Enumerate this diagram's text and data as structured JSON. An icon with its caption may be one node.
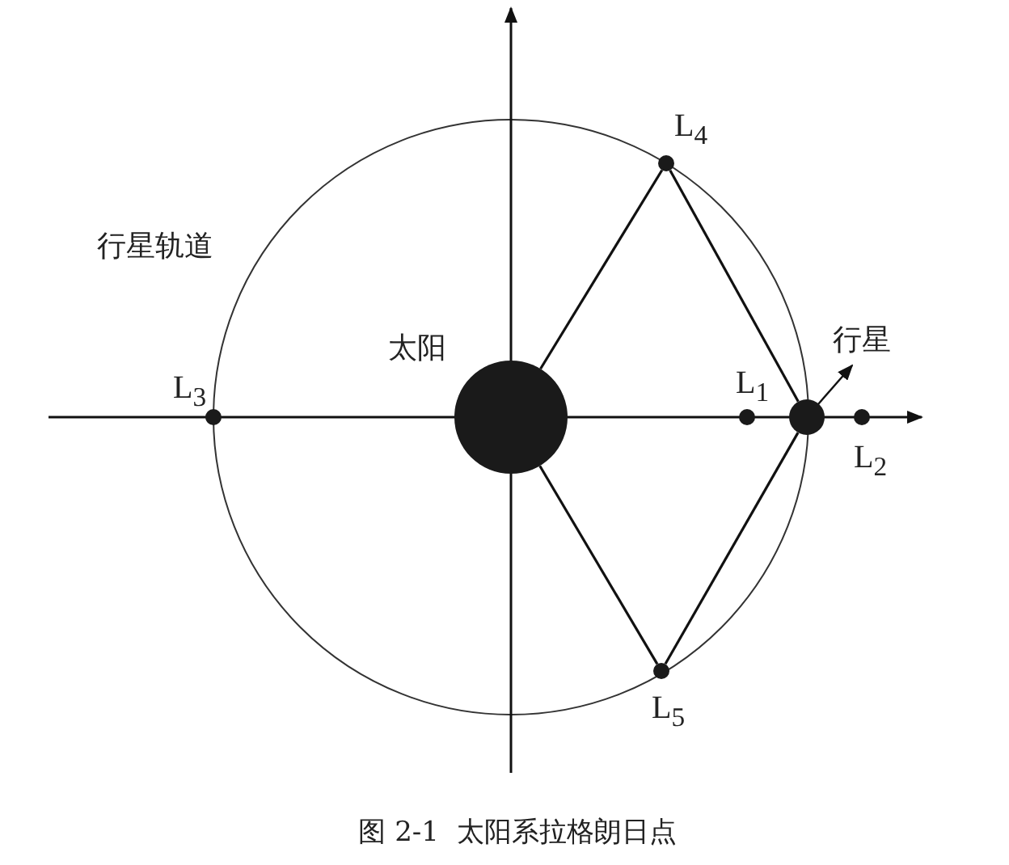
{
  "diagram": {
    "caption": "图 2-1  太阳系拉格朗日点",
    "nodes": [
      {
        "text": [],
        "shape": "circle",
        "beside": [
          "L$_{4}$"
        ]
      },
      {
        "text": [],
        "shape": "circle",
        "beside": [
          "L$_{3}$"
        ]
      },
      {
        "text": [],
        "shape": "circle",
        "beside": [
          "太阳"
        ]
      },
      {
        "text": [],
        "shape": "circle",
        "beside": [
          "L$_{1}$"
        ]
      },
      {
        "text": [],
        "shape": "circle",
        "beside": [
          "行星"
        ]
      },
      {
        "text": [],
        "shape": "circle",
        "beside": [
          "L$_{2}$"
        ]
      },
      {
        "text": [],
        "shape": "circle",
        "beside": [
          "L$_{5}$"
        ]
      }
    ],
    "edges": [
      {
        "from": 2,
        "to": 0,
        "arrow": "none"
      },
      {
        "from": 0,
        "to": 4,
        "arrow": "none"
      },
      {
        "from": 4,
        "to": 6,
        "arrow": "none"
      },
      {
        "from": 6,
        "to": 2,
        "arrow": "none"
      }
    ],
    "labels": [
      "行星轨道"
    ]
  }
}
